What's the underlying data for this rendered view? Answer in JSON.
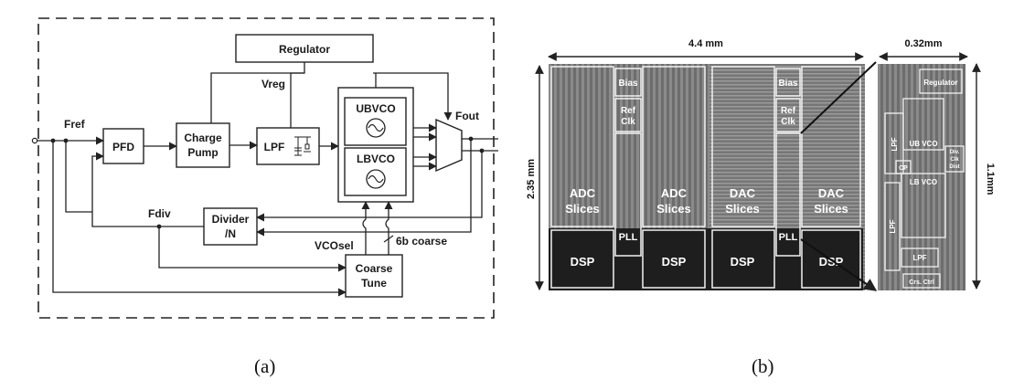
{
  "panel_a": {
    "caption": "(a)",
    "blocks": {
      "regulator": "Regulator",
      "pfd": "PFD",
      "charge_pump_1": "Charge",
      "charge_pump_2": "Pump",
      "lpf": "LPF",
      "ubvco": "UBVCO",
      "lbvco": "LBVCO",
      "divider_1": "Divider",
      "divider_2": "/N",
      "coarse_tune_1": "Coarse",
      "coarse_tune_2": "Tune"
    },
    "signals": {
      "fref": "Fref",
      "vreg": "Vreg",
      "fout": "Fout",
      "fdiv": "Fdiv",
      "vcosel": "VCOsel",
      "coarse_bits": "6b coarse"
    }
  },
  "panel_b": {
    "caption": "(b)",
    "dims": {
      "width": "4.4 mm",
      "height": "2.35 mm",
      "pll_width": "0.32mm",
      "pll_height": "1.1mm"
    },
    "die_labels": {
      "adc1_a": "ADC",
      "adc1_b": "Slices",
      "adc2_a": "ADC",
      "adc2_b": "Slices",
      "dac1_a": "DAC",
      "dac1_b": "Slices",
      "dac2_a": "DAC",
      "dac2_b": "Slices",
      "dsp1": "DSP",
      "dsp2": "DSP",
      "dsp3": "DSP",
      "dsp4": "DSP",
      "bias1": "Bias",
      "bias2": "Bias",
      "refclk1_a": "Ref",
      "refclk1_b": "Clk",
      "refclk2_a": "Ref",
      "refclk2_b": "Clk",
      "pll1": "PLL",
      "pll2": "PLL"
    },
    "pll_labels": {
      "regulator": "Regulator",
      "lpf_top": "LPF",
      "ub_vco": "UB VCO",
      "div_1": "Div.",
      "div_2": "Clk",
      "div_3": "Dist",
      "cp": "CP",
      "lb_vco": "LB VCO",
      "lpf_left": "LPF",
      "lpf_bottom": "LPF",
      "crs_ctrl": "Crs. Ctrl"
    }
  }
}
